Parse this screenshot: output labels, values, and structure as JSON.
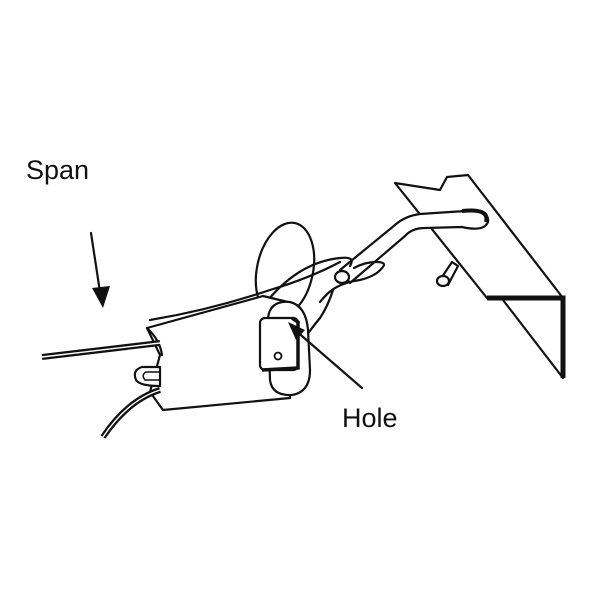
{
  "diagram": {
    "type": "mechanical-illustration",
    "subject": "cable clamp attached to bracket hook",
    "labels": {
      "span": "Span",
      "hole": "Hole"
    },
    "callouts": [
      {
        "label": "Span",
        "pointer": "arrow-down",
        "target": "cable-span"
      },
      {
        "label": "Hole",
        "pointer": "leader-arrow",
        "target": "clamp-hole"
      }
    ],
    "colors": {
      "line": "#111111",
      "background": "#ffffff"
    }
  }
}
